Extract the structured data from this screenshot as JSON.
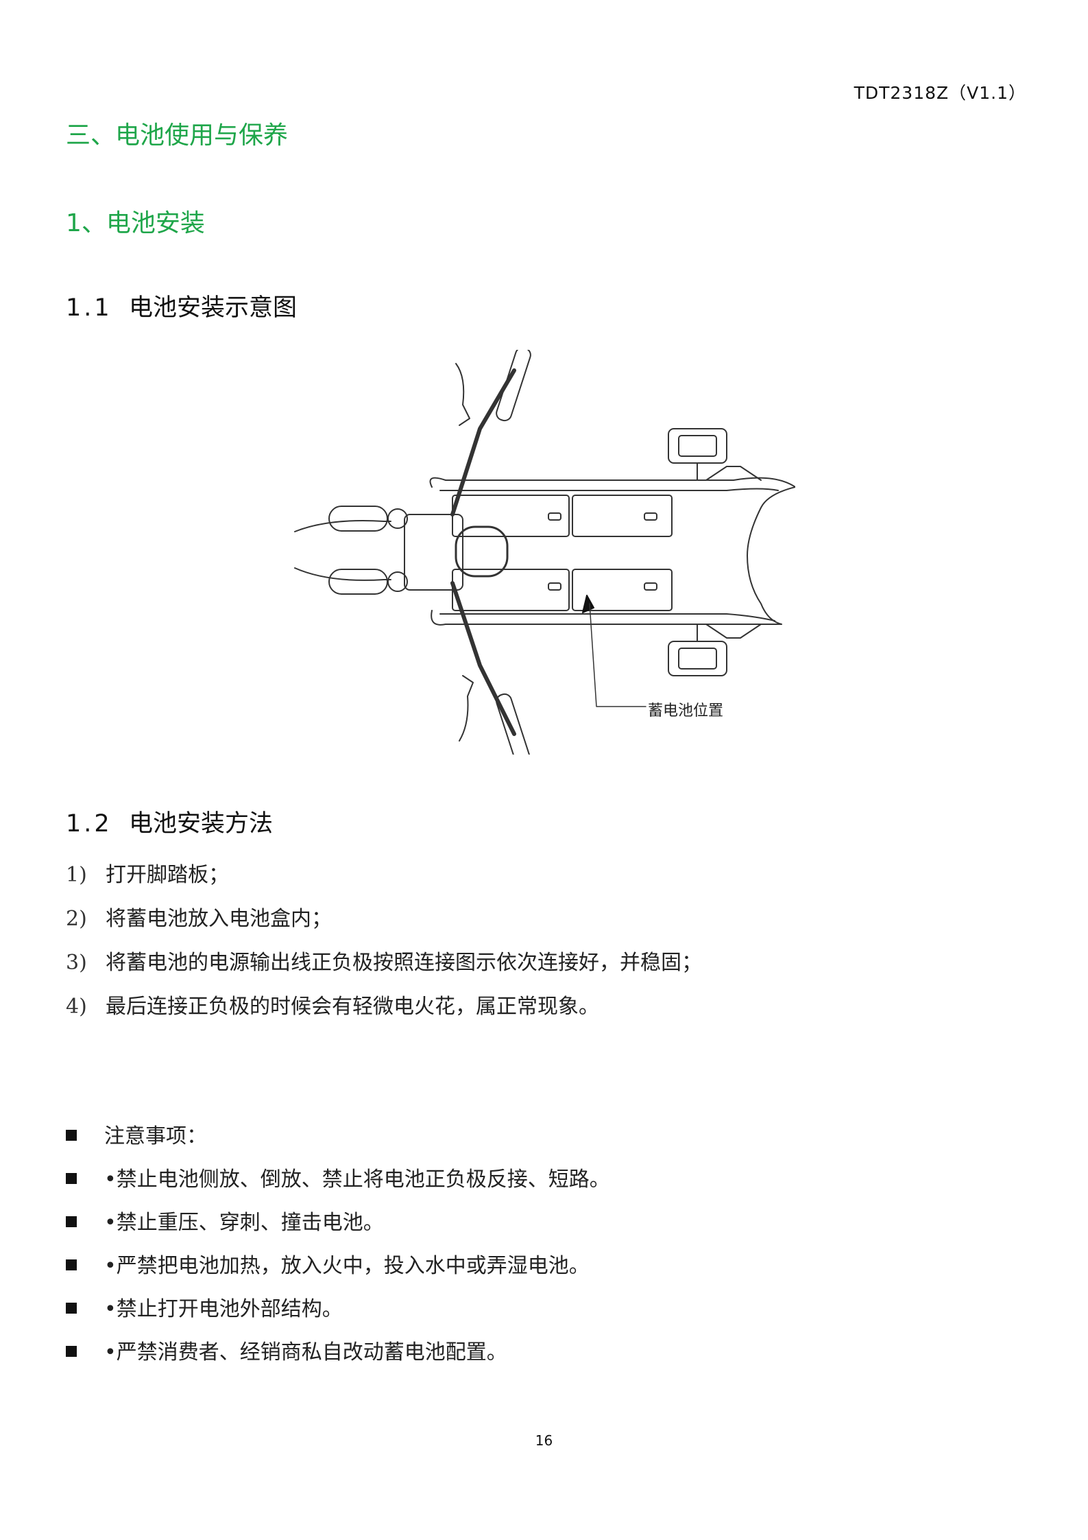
{
  "header": {
    "doc_code": "TDT2318Z（V1.1）"
  },
  "section": {
    "title": "三、电池使用与保养"
  },
  "subsection": {
    "title": "1、电池安装"
  },
  "diagram_section": {
    "number": "1.1",
    "title": "电池安装示意图"
  },
  "diagram": {
    "callout_label": "蓄电池位置"
  },
  "method_section": {
    "number": "1.2",
    "title": "电池安装方法",
    "steps": [
      {
        "n": "1)",
        "text": "打开脚踏板；"
      },
      {
        "n": "2)",
        "text": "将蓄电池放入电池盒内；"
      },
      {
        "n": "3)",
        "text": "将蓄电池的电源输出线正负极按照连接图示依次连接好，并稳固；"
      },
      {
        "n": "4)",
        "text": "最后连接正负极的时候会有轻微电火花，属正常现象。"
      }
    ]
  },
  "notes": {
    "heading": "注意事项：",
    "items": [
      "•禁止电池侧放、倒放、禁止将电池正负极反接、短路。",
      "•禁止重压、穿刺、撞击电池。",
      "•严禁把电池加热，放入火中，投入水中或弄湿电池。",
      "•禁止打开电池外部结构。",
      "•严禁消费者、经销商私自改动蓄电池配置。"
    ]
  },
  "footer": {
    "page_number": "16"
  }
}
